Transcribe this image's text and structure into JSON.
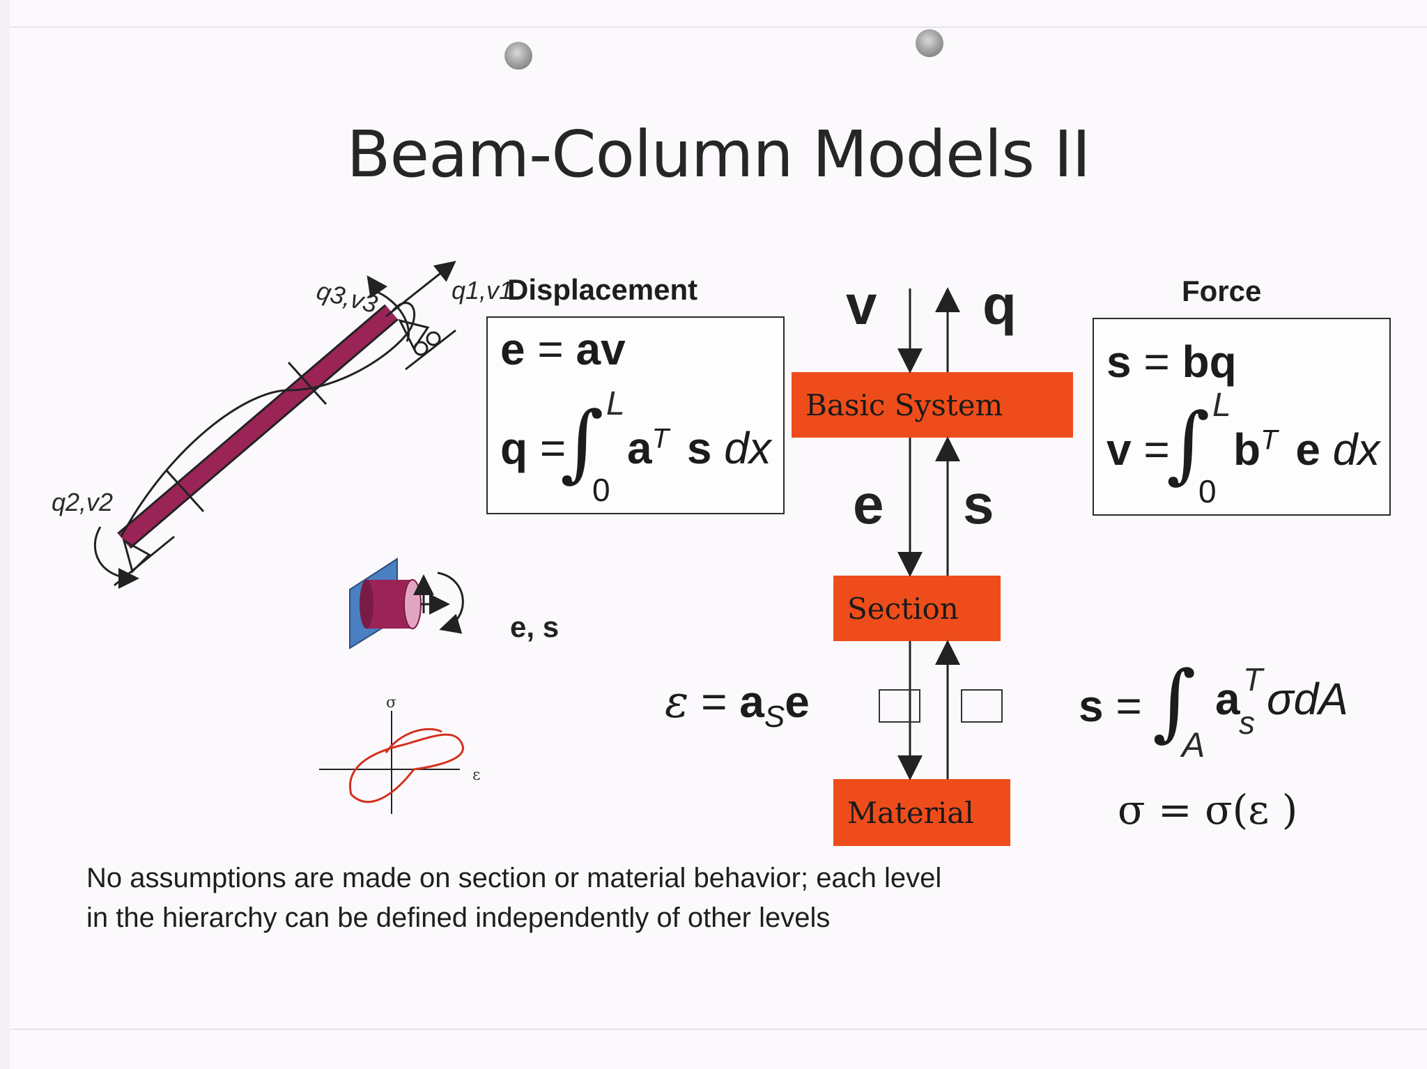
{
  "slide": {
    "title": "Beam-Column Models II",
    "caption_line1": "No assumptions are made on section or material behavior; each level",
    "caption_line2": "in the hierarchy can be defined independently of other levels"
  },
  "displacement": {
    "heading": "Displacement",
    "eq1": {
      "lhs": "e",
      "eq": "=",
      "rhs": "av"
    },
    "eq2": {
      "lhs": "q",
      "eq": "=",
      "integral": "∫",
      "upper": "L",
      "lower": "0",
      "a": "a",
      "sup": "T",
      "s": "s",
      "dx": "dx"
    }
  },
  "force": {
    "heading": "Force",
    "eq1": {
      "lhs": "s",
      "eq": "=",
      "rhs": "bq"
    },
    "eq2": {
      "lhs": "v",
      "eq": "=",
      "integral": "∫",
      "upper": "L",
      "lower": "0",
      "b": "b",
      "sup": "T",
      "e": "e",
      "dx": "dx"
    }
  },
  "hierarchy": {
    "top_left": "v",
    "top_right": "q",
    "mid_left": "e",
    "mid_right": "s",
    "boxes": [
      "Basic System",
      "Section",
      "Material"
    ]
  },
  "section_eqs": {
    "strain": {
      "eps": "ε",
      "eq": "=",
      "a": "a",
      "sub": "S",
      "e": "e"
    },
    "stress": {
      "s": "s",
      "eq": "=",
      "integral": "∫",
      "lower": "A",
      "a": "a",
      "sub": "s",
      "sup": "T",
      "rest": "σdA"
    },
    "material": "σ = σ(ε )"
  },
  "beam_labels": {
    "q3v3": "q3,v3",
    "q1v1": "q1,v1",
    "q2v2": "q2,v2"
  },
  "section_label": "e, s",
  "hysteresis": {
    "sigma": "σ",
    "epsilon": "ε"
  },
  "colors": {
    "orange": "#ee4d1b",
    "beam": "#9b2457",
    "section_plate": "#4a7fc1",
    "hysteresis": "#d4301f"
  }
}
